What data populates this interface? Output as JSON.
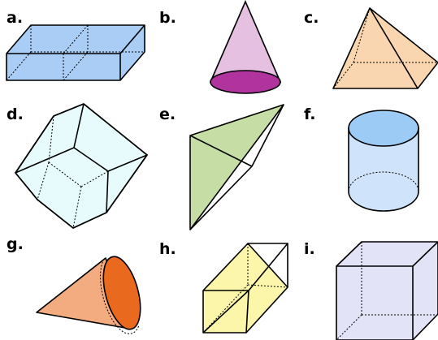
{
  "labels": {
    "a": "a.",
    "b": "b.",
    "c": "c.",
    "d": "d.",
    "e": "e.",
    "f": "f.",
    "g": "g.",
    "h": "h.",
    "i": "i."
  },
  "colors": {
    "prism_blue": "#a9cdf5",
    "cone_pink": "#e5c0e0",
    "cone_base_purple": "#b0339e",
    "pyramid_peach": "#fad6b0",
    "polyhedron_cyan": "#e8fbfc",
    "tetrahedron_green": "#c6dea6",
    "cylinder_blue": "#cfe4fb",
    "cylinder_top_blue": "#9ccbf5",
    "cone_orange": "#f3ab80",
    "cone_base_orange": "#e96a1e",
    "prism_yellow": "#fbf6a9",
    "cube_lavender": "#e3e3f8"
  }
}
